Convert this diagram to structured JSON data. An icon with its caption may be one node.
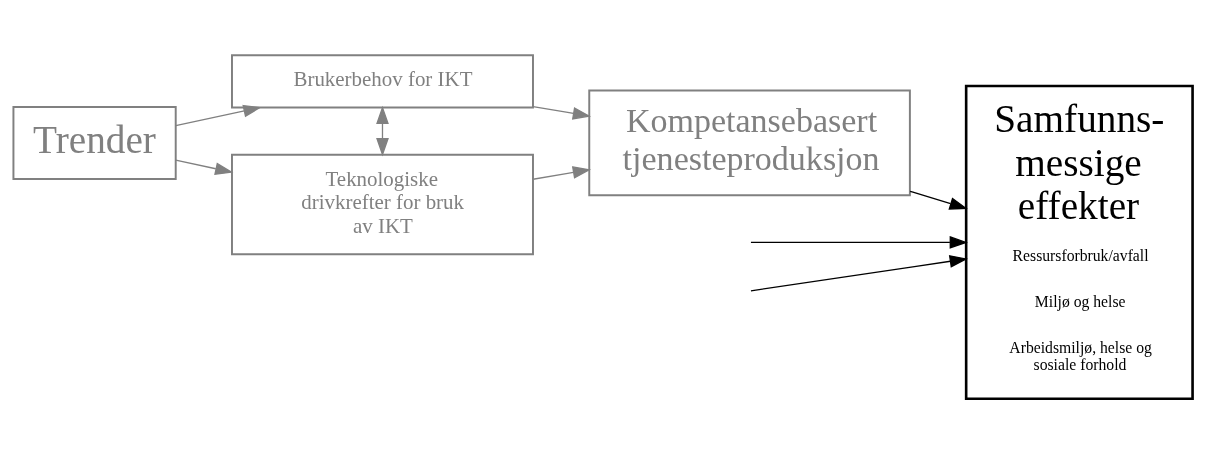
{
  "diagram": {
    "nodes": [
      {
        "text": [
          "Trender"
        ]
      },
      {
        "text": [
          "Brukerbehov for IKT"
        ]
      },
      {
        "text": [
          "Teknologiske drivkrefter for bruk av IKT"
        ]
      },
      {
        "text": [
          "Kompetansebasert tjenesteproduksjon"
        ]
      },
      {
        "text": [
          "Samfunns- messige effekter",
          "Ressursforbruk/avfall",
          "Miljø og helse",
          "Arbeidsmiljø, helse og sosiale forhold"
        ]
      }
    ],
    "edges": [
      {
        "from": 0,
        "to": 1,
        "arrow": "to"
      },
      {
        "from": 0,
        "to": 2,
        "arrow": "to"
      },
      {
        "from": 1,
        "to": 2,
        "arrow": "both"
      },
      {
        "from": 1,
        "to": 3,
        "arrow": "to"
      },
      {
        "from": 2,
        "to": 3,
        "arrow": "to"
      },
      {
        "from": null,
        "to": 4,
        "arrow": "to",
        "color": "#000000"
      },
      {
        "from": 3,
        "to": 4,
        "arrow": "to",
        "color": "#000000"
      },
      {
        "from": null,
        "to": 4,
        "arrow": "to",
        "color": "#000000"
      }
    ]
  }
}
